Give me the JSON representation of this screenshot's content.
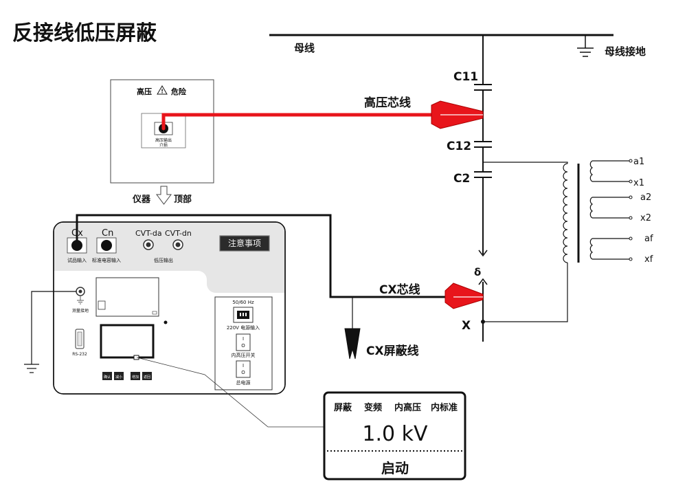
{
  "title": "反接线低压屏蔽",
  "bus": {
    "label": "母线",
    "ground_label": "母线接地"
  },
  "capacitors": {
    "c11": "C11",
    "c12": "C12",
    "c2": "C2"
  },
  "wires": {
    "hv_core": "高压芯线",
    "cx_core": "CX芯线",
    "cx_shield": "CX屏蔽线"
  },
  "cvt": {
    "delta": "δ",
    "x_node": "X",
    "terminals": {
      "a1": "a1",
      "x1": "x1",
      "a2": "a2",
      "x2": "x2",
      "af": "af",
      "xf": "xf"
    }
  },
  "top_panel": {
    "warning": "高压",
    "danger": "危险",
    "hv_output_line1": "高压输出",
    "hv_output_line2": "介损"
  },
  "top_label": {
    "left": "仪器",
    "right": "顶部"
  },
  "instrument": {
    "cx": "Cx",
    "cn": "Cn",
    "cx_sub": "试品输入",
    "cn_sub": "标准电容输入",
    "cvt_da": "CVT-da",
    "cvt_dn": "CVT-dn",
    "lv_out": "低压输出",
    "notice_button": "注意事项",
    "meas_ground": "测量接地",
    "rs232": "RS-232",
    "freq": "50/60 Hz",
    "power_in": "220V 电源输入",
    "switch_on": "I",
    "switch_off": "O",
    "inner_hv_switch": "内高压开关",
    "main_power": "总电源",
    "keys": [
      "确认",
      "减小",
      "增加",
      "返回"
    ]
  },
  "display": {
    "tabs": [
      "屏蔽",
      "变频",
      "内高压",
      "内标准"
    ],
    "value": "1.0 kV",
    "action": "启动"
  },
  "colors": {
    "core_wire": "#e8151b",
    "line": "#111111",
    "panel_bg": "#e6e6e6"
  }
}
